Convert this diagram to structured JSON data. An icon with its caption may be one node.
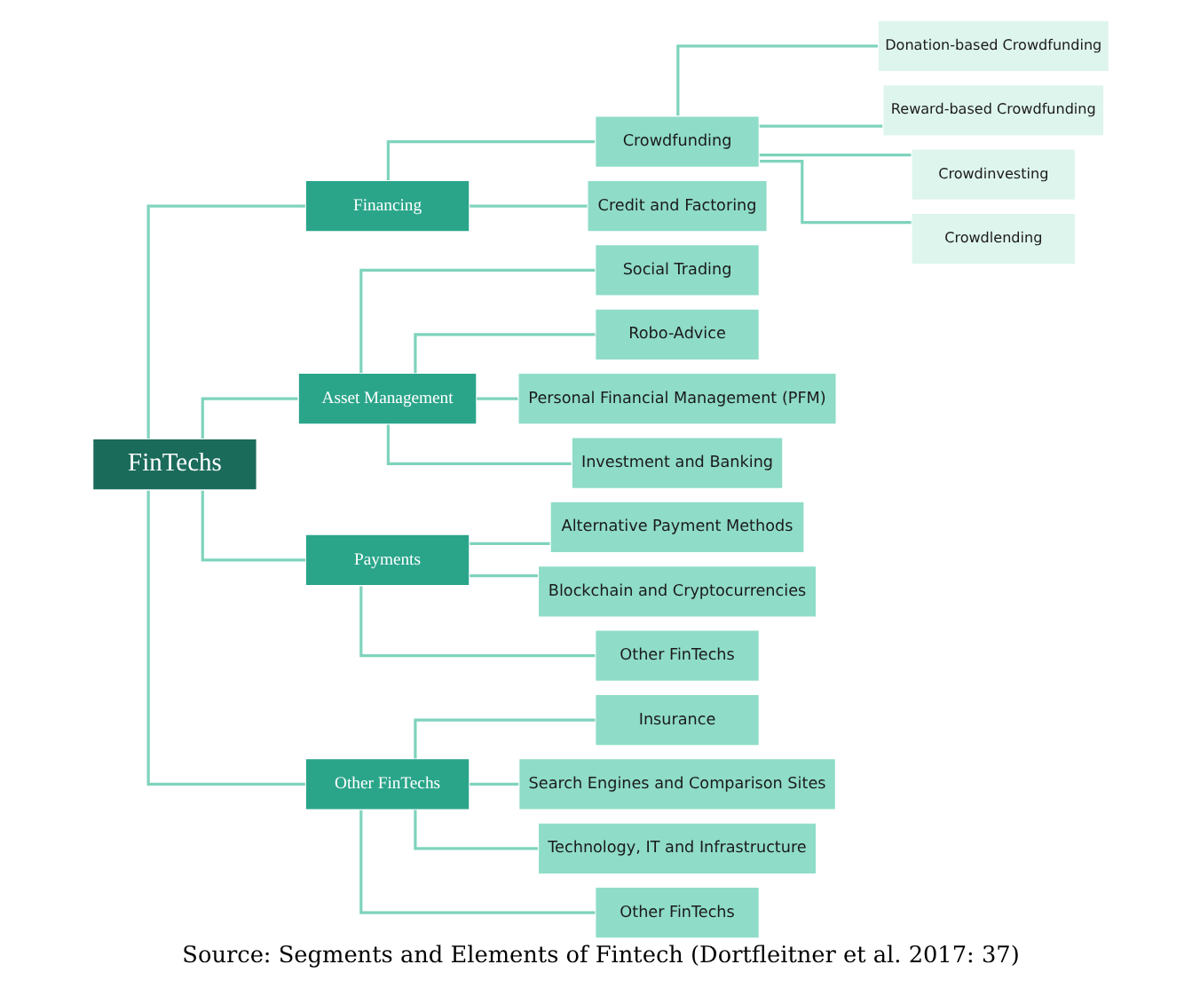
{
  "diagram": {
    "caption": "Source: Segments and Elements of Fintech (Dortfleitner et al. 2017: 37)",
    "nodes": [
      {
        "text": [
          "FinTechs"
        ]
      },
      {
        "text": [
          "Financing"
        ]
      },
      {
        "text": [
          "Asset Management"
        ]
      },
      {
        "text": [
          "Payments"
        ]
      },
      {
        "text": [
          "Other FinTechs"
        ]
      },
      {
        "text": [
          "Crowdfunding"
        ]
      },
      {
        "text": [
          "Credit and Factoring"
        ]
      },
      {
        "text": [
          "Donation-based Crowdfunding"
        ]
      },
      {
        "text": [
          "Reward-based Crowdfunding"
        ]
      },
      {
        "text": [
          "Crowdinvesting"
        ]
      },
      {
        "text": [
          "Crowdlending"
        ]
      },
      {
        "text": [
          "Social Trading"
        ]
      },
      {
        "text": [
          "Robo-Advice"
        ]
      },
      {
        "text": [
          "Personal Financial Management (PFM)"
        ]
      },
      {
        "text": [
          "Investment and Banking"
        ]
      },
      {
        "text": [
          "Alternative Payment Methods"
        ]
      },
      {
        "text": [
          "Blockchain and Cryptocurrencies"
        ]
      },
      {
        "text": [
          "Other FinTechs"
        ]
      },
      {
        "text": [
          "Insurance"
        ]
      },
      {
        "text": [
          "Search Engines and Comparison Sites"
        ]
      },
      {
        "text": [
          "Technology, IT and Infrastructure"
        ]
      },
      {
        "text": [
          "Other FinTechs"
        ]
      }
    ],
    "edges": [
      {
        "from": 0,
        "to": 1,
        "arrow": "none"
      },
      {
        "from": 0,
        "to": 2,
        "arrow": "none"
      },
      {
        "from": 0,
        "to": 3,
        "arrow": "none"
      },
      {
        "from": 0,
        "to": 4,
        "arrow": "none"
      },
      {
        "from": 1,
        "to": 5,
        "arrow": "none"
      },
      {
        "from": 1,
        "to": 6,
        "arrow": "none"
      },
      {
        "from": 5,
        "to": 7,
        "arrow": "none"
      },
      {
        "from": 5,
        "to": 8,
        "arrow": "none"
      },
      {
        "from": 5,
        "to": 9,
        "arrow": "none"
      },
      {
        "from": 5,
        "to": 10,
        "arrow": "none"
      },
      {
        "from": 2,
        "to": 11,
        "arrow": "none"
      },
      {
        "from": 2,
        "to": 12,
        "arrow": "none"
      },
      {
        "from": 2,
        "to": 13,
        "arrow": "none"
      },
      {
        "from": 2,
        "to": 14,
        "arrow": "none"
      },
      {
        "from": 3,
        "to": 15,
        "arrow": "none"
      },
      {
        "from": 3,
        "to": 16,
        "arrow": "none"
      },
      {
        "from": 3,
        "to": 17,
        "arrow": "none"
      },
      {
        "from": 4,
        "to": 18,
        "arrow": "none"
      },
      {
        "from": 4,
        "to": 19,
        "arrow": "none"
      },
      {
        "from": 4,
        "to": 20,
        "arrow": "none"
      },
      {
        "from": 4,
        "to": 21,
        "arrow": "none"
      }
    ]
  }
}
